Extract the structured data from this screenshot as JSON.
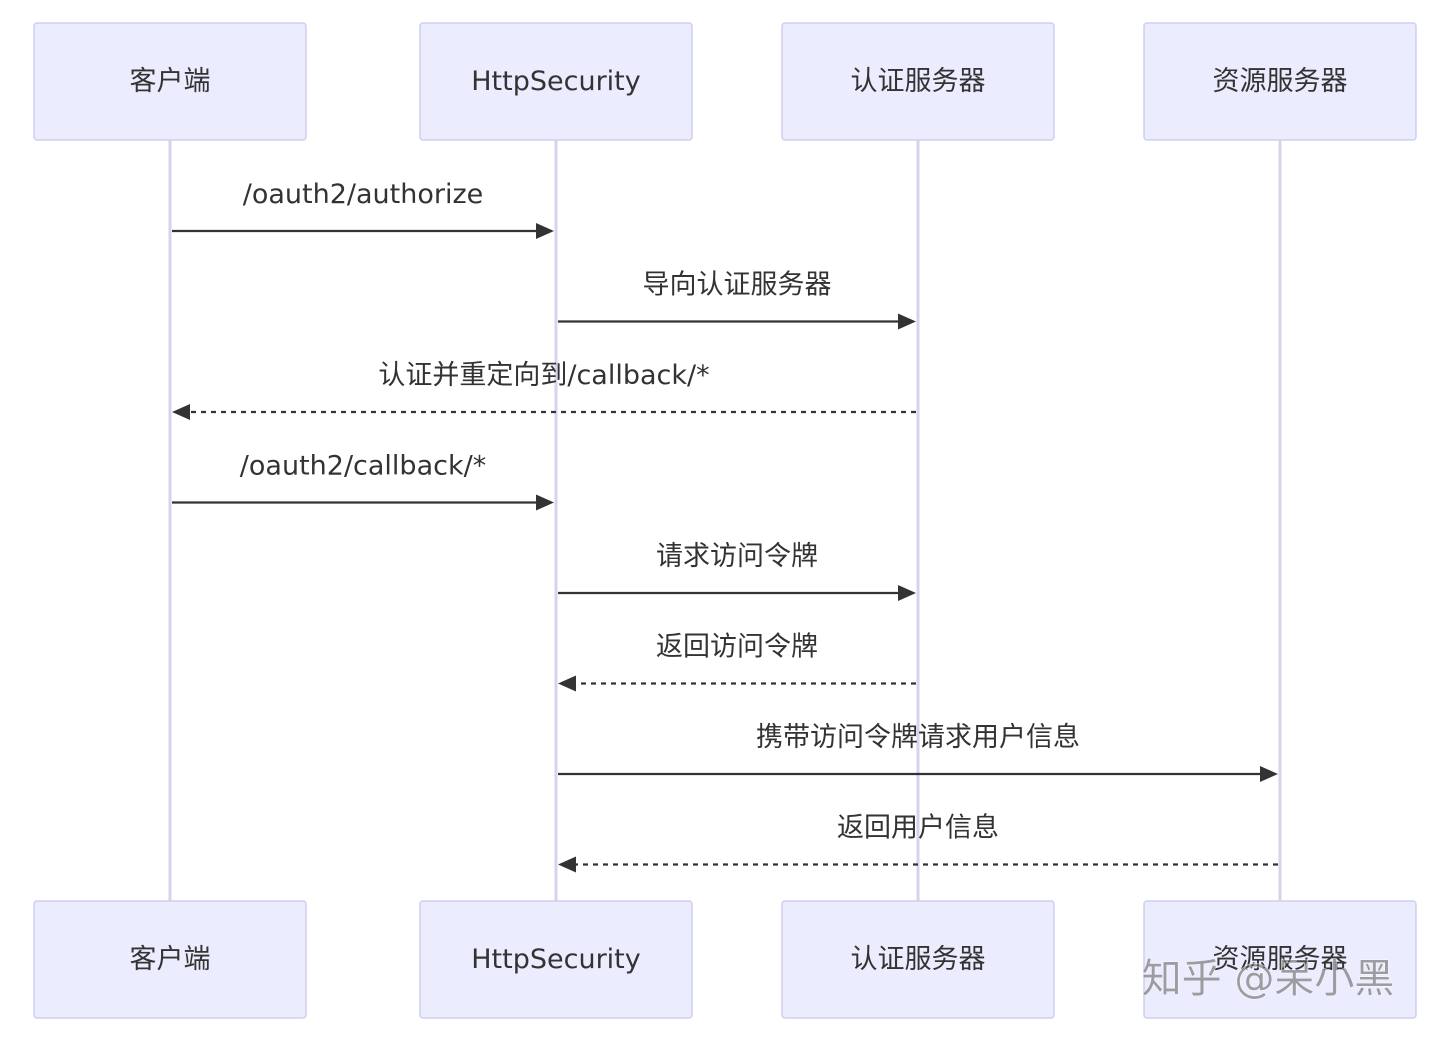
{
  "participants": [
    {
      "id": "client",
      "label": "客户端"
    },
    {
      "id": "httpsecurity",
      "label": "HttpSecurity"
    },
    {
      "id": "authserver",
      "label": "认证服务器"
    },
    {
      "id": "resourceserver",
      "label": "资源服务器"
    }
  ],
  "messages": [
    {
      "from": "client",
      "to": "httpsecurity",
      "label": "/oauth2/authorize",
      "style": "solid"
    },
    {
      "from": "httpsecurity",
      "to": "authserver",
      "label": "导向认证服务器",
      "style": "solid"
    },
    {
      "from": "authserver",
      "to": "client",
      "label": "认证并重定向到/callback/*",
      "style": "dashed"
    },
    {
      "from": "client",
      "to": "httpsecurity",
      "label": "/oauth2/callback/*",
      "style": "solid"
    },
    {
      "from": "httpsecurity",
      "to": "authserver",
      "label": "请求访问令牌",
      "style": "solid"
    },
    {
      "from": "authserver",
      "to": "httpsecurity",
      "label": "返回访问令牌",
      "style": "dashed"
    },
    {
      "from": "httpsecurity",
      "to": "resourceserver",
      "label": "携带访问令牌请求用户信息",
      "style": "solid"
    },
    {
      "from": "resourceserver",
      "to": "httpsecurity",
      "label": "返回用户信息",
      "style": "dashed"
    }
  ],
  "watermark": "知乎 @呆小黑",
  "colors": {
    "actor_fill": "#ECECFF",
    "actor_border": "#CFCFEF",
    "lifeline": "#D9D2EE",
    "line": "#333333",
    "text": "#333333"
  }
}
